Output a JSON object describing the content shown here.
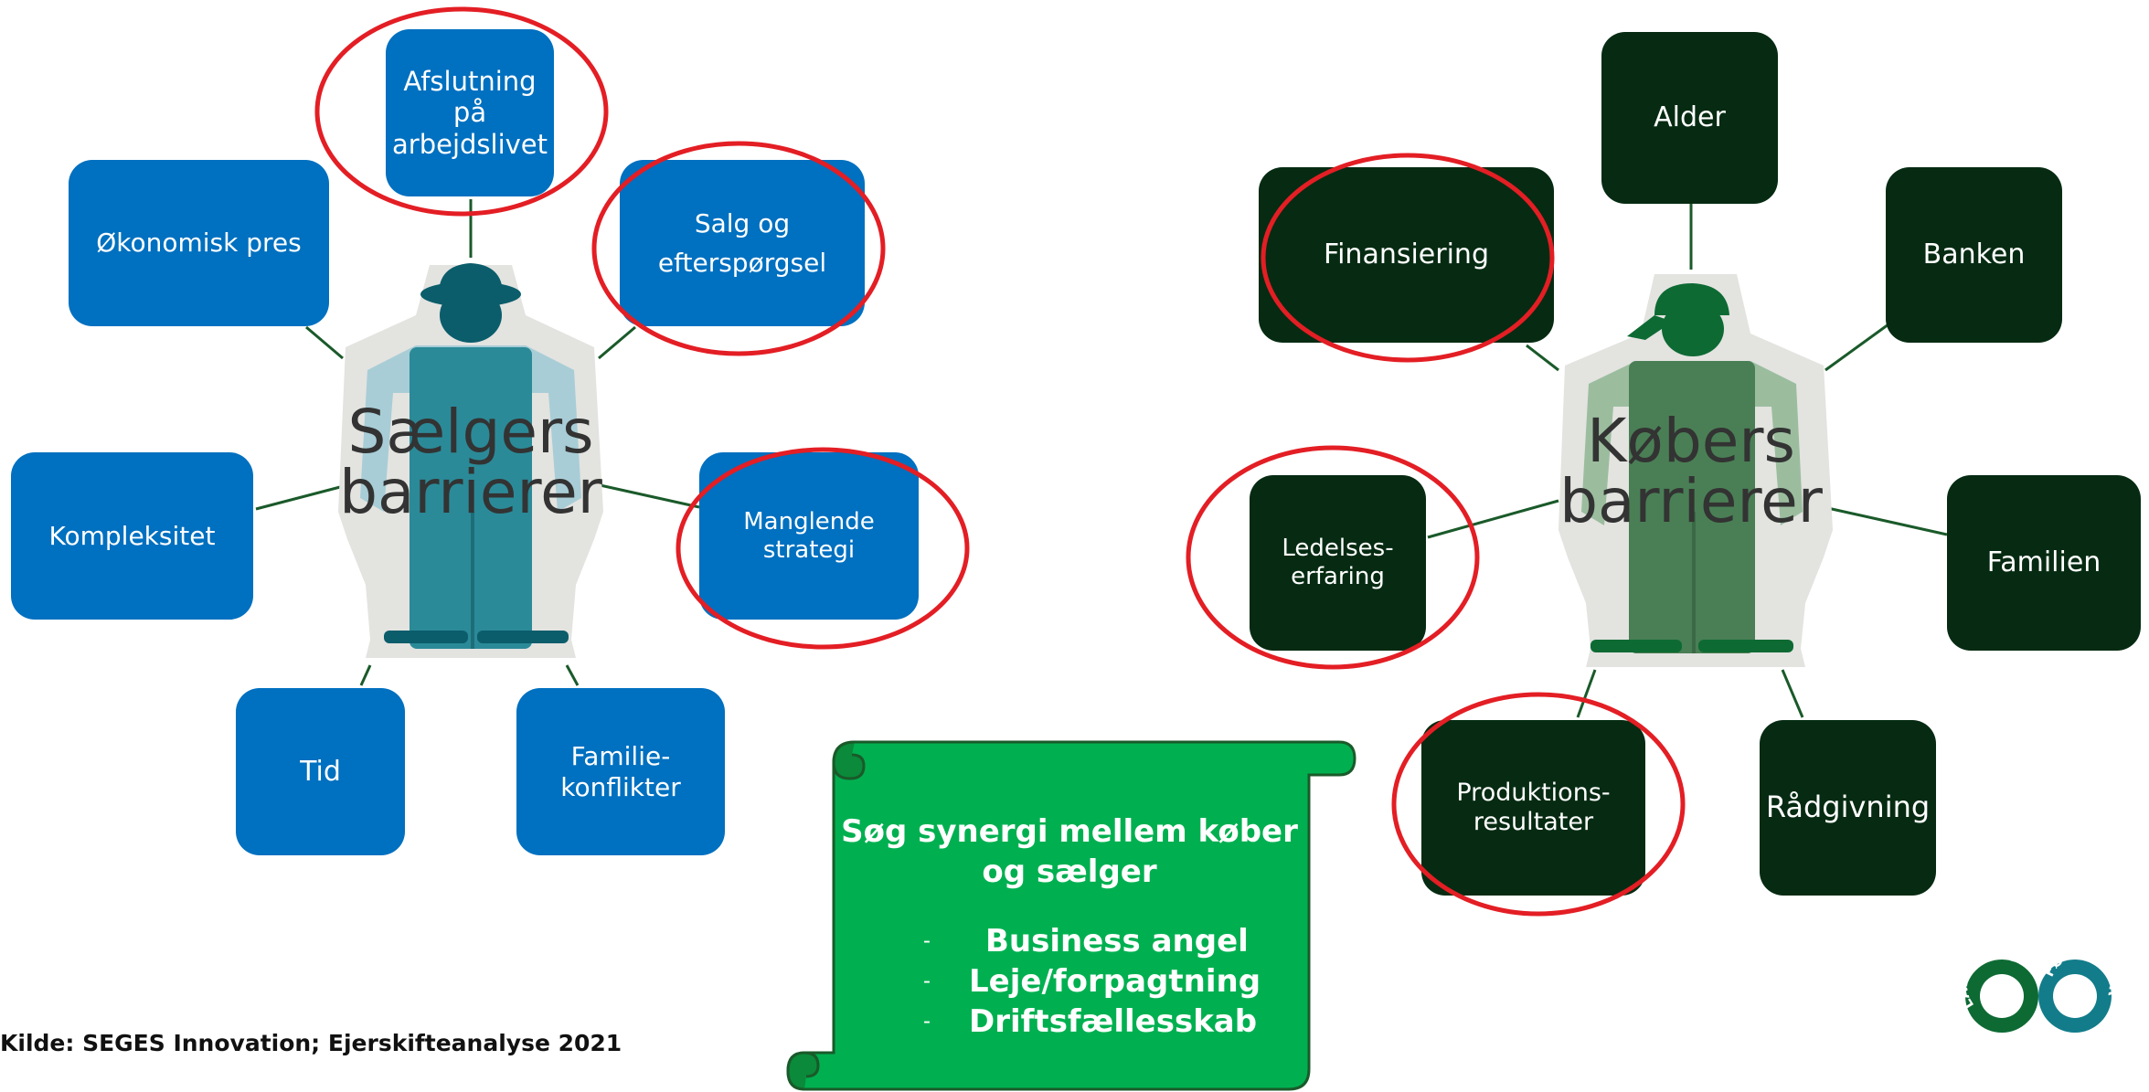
{
  "seller": {
    "title": "Sælgers\nbarrierer",
    "boxes": {
      "afslutning": "Afslutning\npå\narbejdslivet",
      "okonomisk": "Økonomisk pres",
      "salg": "Salg og\nefterspørgsel",
      "kompleksitet": "Kompleksitet",
      "manglende": "Manglende\nstrategi",
      "tid": "Tid",
      "familie": "Familie-\nkonflikter"
    }
  },
  "buyer": {
    "title": "Købers\nbarrierer",
    "boxes": {
      "alder": "Alder",
      "finansiering": "Finansiering",
      "banken": "Banken",
      "ledelse": "Ledelses-\nerfaring",
      "familien": "Familien",
      "produktion": "Produktions-\nresultater",
      "radgivning": "Rådgivning"
    }
  },
  "scroll": {
    "heading": "Søg synergi mellem køber og sælger",
    "bullets": [
      "Business angel",
      "Leje/forpagtning",
      "Driftsfællesskab"
    ]
  },
  "source": "Kilde: SEGES Innovation; Ejerskifteanalyse 2021",
  "logo": {
    "left_text": "LANDBRUG",
    "right_text": "FØDEVARER"
  },
  "colors": {
    "seller_box": "#0070c0",
    "buyer_box": "#062b12",
    "highlight_ring": "#e31e24",
    "scroll": "#00b050"
  }
}
